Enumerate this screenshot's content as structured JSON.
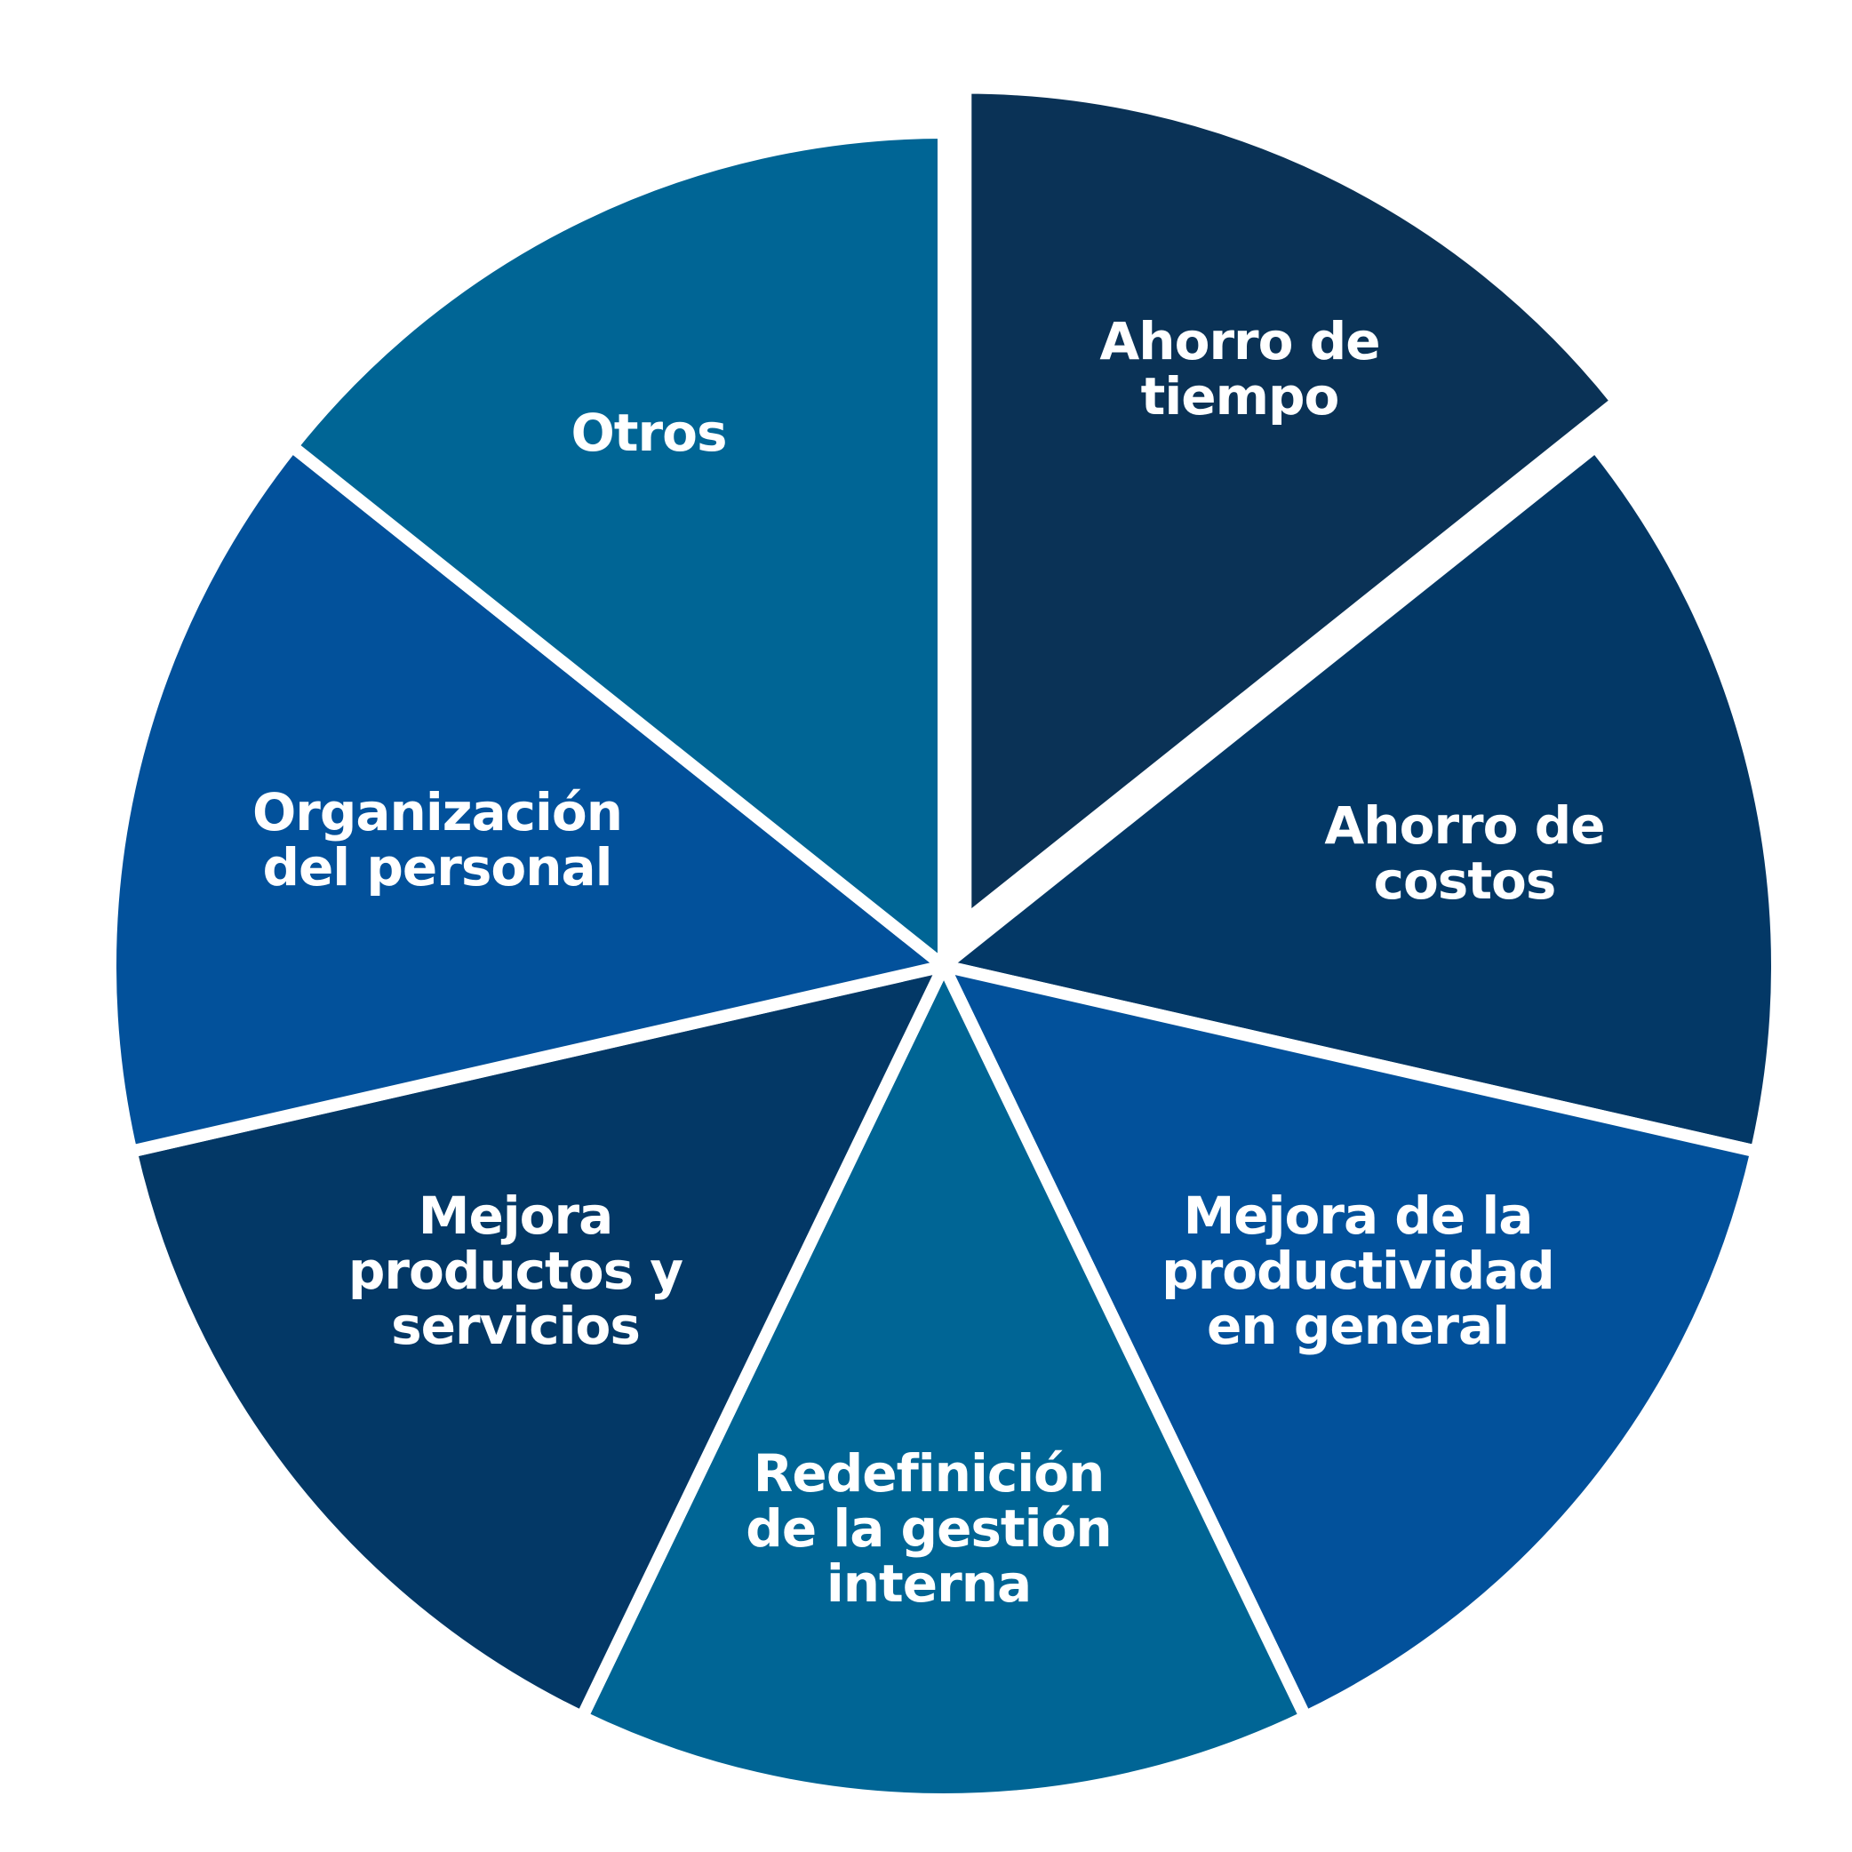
{
  "diagram": {
    "segments": [
      {
        "id": "ahorro-de-tiempo",
        "label_lines": [
          "Ahorro de",
          "tiempo"
        ],
        "color": "#0a3256",
        "exploded": true
      },
      {
        "id": "ahorro-de-costos",
        "label_lines": [
          "Ahorro de",
          "costos"
        ],
        "color": "#033866"
      },
      {
        "id": "mejora-productividad",
        "label_lines": [
          "Mejora de la",
          "productividad",
          "en general"
        ],
        "color": "#02519b"
      },
      {
        "id": "redefinicion-gestion",
        "label_lines": [
          "Redefinición",
          "de la gestión",
          "interna"
        ],
        "color": "#006595"
      },
      {
        "id": "mejora-productos",
        "label_lines": [
          "Mejora",
          "productos y",
          "servicios"
        ],
        "color": "#033866"
      },
      {
        "id": "organizacion-personal",
        "label_lines": [
          "Organización",
          "del personal"
        ],
        "color": "#02519b"
      },
      {
        "id": "otros",
        "label_lines": [
          "Otros"
        ],
        "color": "#006595"
      }
    ]
  }
}
